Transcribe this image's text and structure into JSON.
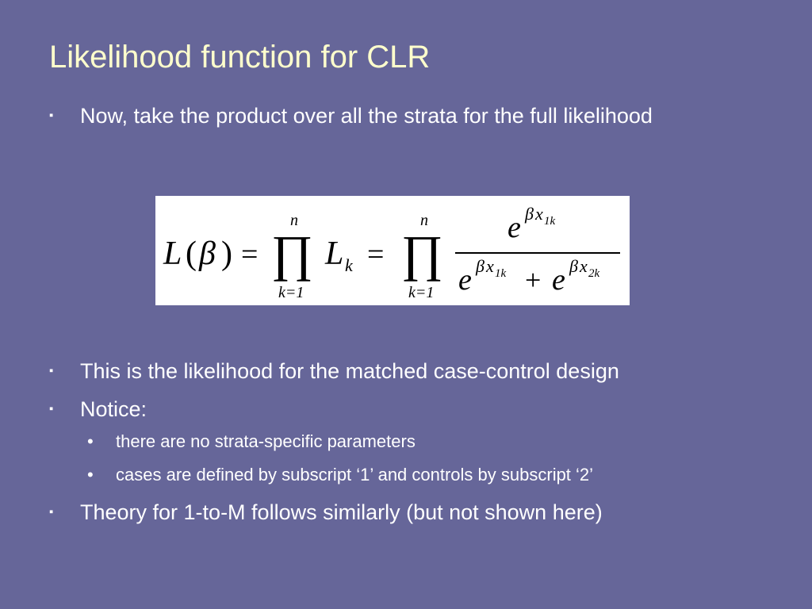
{
  "title": "Likelihood function for CLR",
  "bullets": [
    {
      "text": "Now, take the product over all the strata for the full likelihood"
    },
    {
      "text": "This is the likelihood for the matched case-control design"
    },
    {
      "text": "Notice:"
    },
    {
      "text": "Theory for 1-to-M follows similarly (but not shown here)"
    }
  ],
  "sub_bullets": [
    {
      "text": "there are no strata-specific parameters"
    },
    {
      "text": "cases are defined by subscript ‘1’ and controls by subscript ‘2’"
    }
  ],
  "markers": {
    "level1": "▪",
    "level2": "•"
  },
  "formula": {
    "L": "L",
    "lparen": "(",
    "beta": "β",
    "rparen": ")",
    "eq": "=",
    "prod": "∏",
    "upper": "n",
    "lower": "k=1",
    "Lk_base": "L",
    "Lk_sub": "k",
    "e": "e",
    "num_exp_x": "x",
    "num_exp_sub": "1k",
    "den_exp2_sub": "2k",
    "plus": "+"
  },
  "colors": {
    "background": "#666699",
    "title": "#FFFFCC",
    "text": "#FFFFFF",
    "formula_background": "#FFFFFF"
  }
}
